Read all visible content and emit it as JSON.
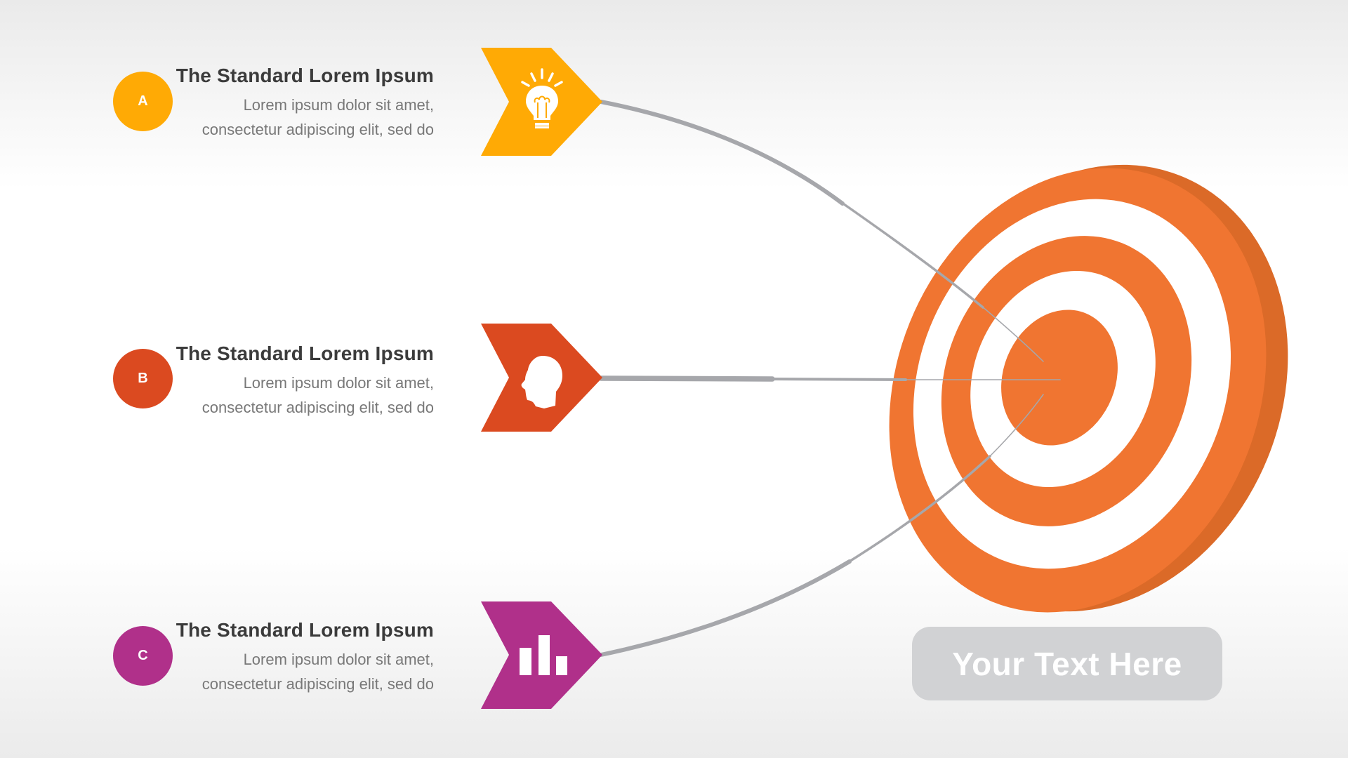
{
  "items": [
    {
      "letter": "A",
      "title": "The Standard Lorem Ipsum",
      "desc_line1": "Lorem ipsum dolor sit amet,",
      "desc_line2": "consectetur adipiscing elit, sed do",
      "color": "#FFAA05",
      "icon": "lightbulb-icon"
    },
    {
      "letter": "B",
      "title": "The Standard Lorem Ipsum",
      "desc_line1": "Lorem ipsum dolor sit amet,",
      "desc_line2": "consectetur adipiscing elit, sed do",
      "color": "#DB4A20",
      "icon": "head-profile-icon"
    },
    {
      "letter": "C",
      "title": "The Standard Lorem Ipsum",
      "desc_line1": "Lorem ipsum dolor sit amet,",
      "desc_line2": "consectetur adipiscing elit, sed do",
      "color": "#B0308A",
      "icon": "bar-chart-icon"
    }
  ],
  "target": {
    "face_color": "#F07531",
    "side_color": "#DB6A28",
    "ring_color": "#FFFFFF",
    "connector_color": "#A6A7AB"
  },
  "callout": {
    "text": "Your Text Here",
    "background": "#D1D2D4"
  }
}
